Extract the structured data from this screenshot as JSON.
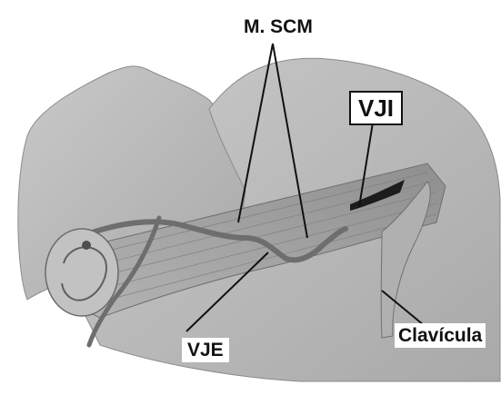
{
  "labels": {
    "scm": "M. SCM",
    "vji": "VJI",
    "vje": "VJE",
    "clavicula": "Clavícula"
  },
  "colors": {
    "background": "#ffffff",
    "skin": "#bdbdbd",
    "skin_dark": "#9a9a9a",
    "muscle": "#a8a8a8",
    "vein": "#6e6e6e",
    "vein_dark": "#1c1c1c",
    "label_text": "#111111"
  }
}
